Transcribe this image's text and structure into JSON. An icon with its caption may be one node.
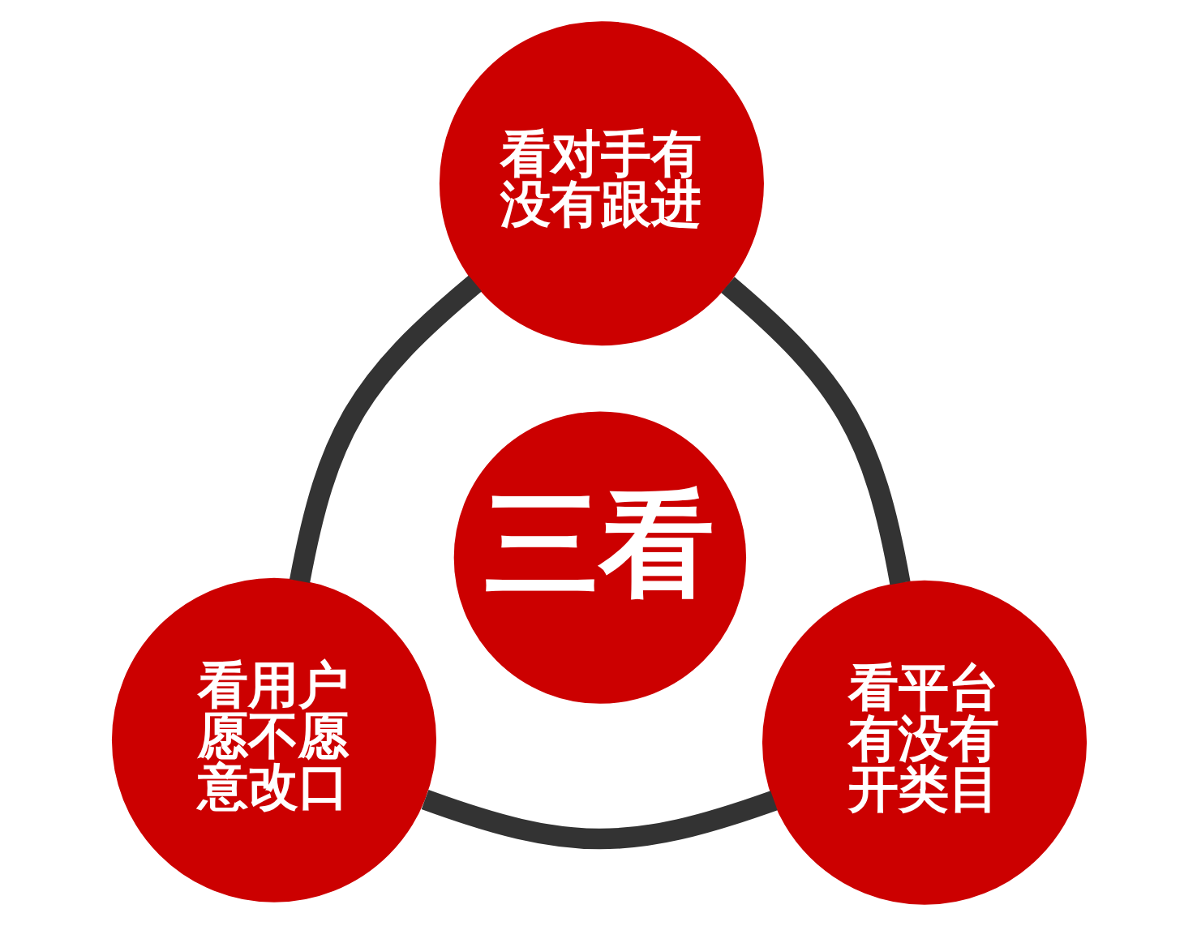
{
  "diagram": {
    "nodes": [
      {
        "text": [
          "看对手有没有跟进"
        ]
      },
      {
        "text": [
          "三看"
        ]
      },
      {
        "text": [
          "看用户愿不愿意改口"
        ]
      },
      {
        "text": [
          "看平台有没有开类目"
        ]
      }
    ],
    "edges": [
      {
        "from": 0,
        "to": 3,
        "arrow": "none"
      },
      {
        "from": 3,
        "to": 2,
        "arrow": "none"
      },
      {
        "from": 2,
        "to": 0,
        "arrow": "none"
      }
    ]
  }
}
